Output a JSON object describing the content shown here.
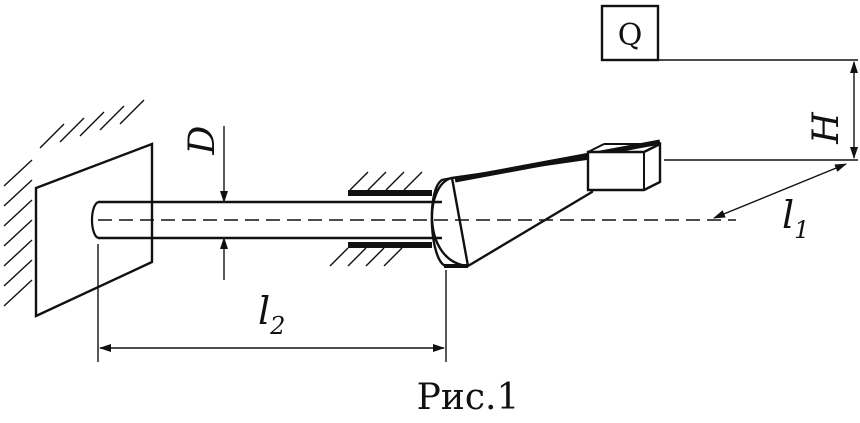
{
  "figure": {
    "caption": "Рис.1",
    "load_label": "Q",
    "labels": {
      "diameter": "D",
      "height": "H",
      "arm_length": "l",
      "arm_length_sub": "1",
      "shaft_length": "l",
      "shaft_length_sub": "2"
    }
  }
}
